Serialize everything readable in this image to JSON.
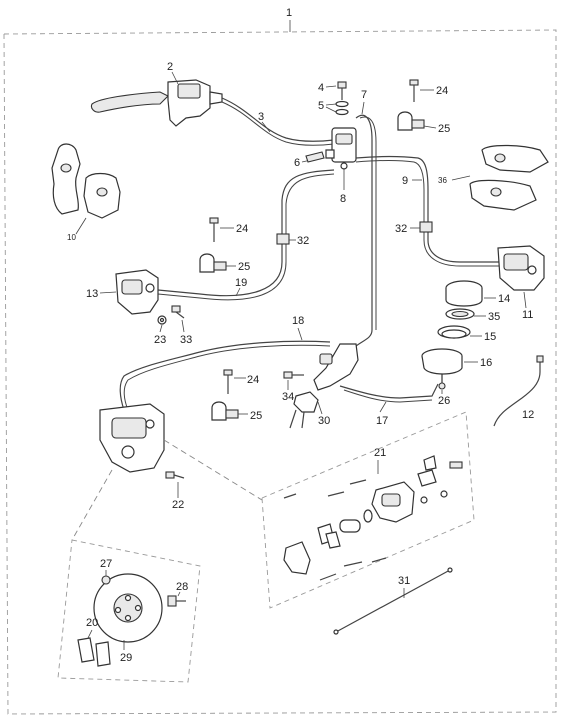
{
  "diagram": {
    "callouts": {
      "c1": "1",
      "c2": "2",
      "c3": "3",
      "c4": "4",
      "c5": "5",
      "c6": "6",
      "c7": "7",
      "c8": "8",
      "c9": "9",
      "c10": "10",
      "c11": "11",
      "c12": "12",
      "c13": "13",
      "c14": "14",
      "c15": "15",
      "c16": "16",
      "c17": "17",
      "c18": "18",
      "c19": "19",
      "c20": "20",
      "c21": "21",
      "c22": "22",
      "c23": "23",
      "c24a": "24",
      "c24b": "24",
      "c24c": "24",
      "c25a": "25",
      "c25b": "25",
      "c25c": "25",
      "c26": "26",
      "c27": "27",
      "c28": "28",
      "c29": "29",
      "c30": "30",
      "c31": "31",
      "c32a": "32",
      "c32b": "32",
      "c33": "33",
      "c34": "34",
      "c35": "35",
      "c36": "36"
    }
  }
}
